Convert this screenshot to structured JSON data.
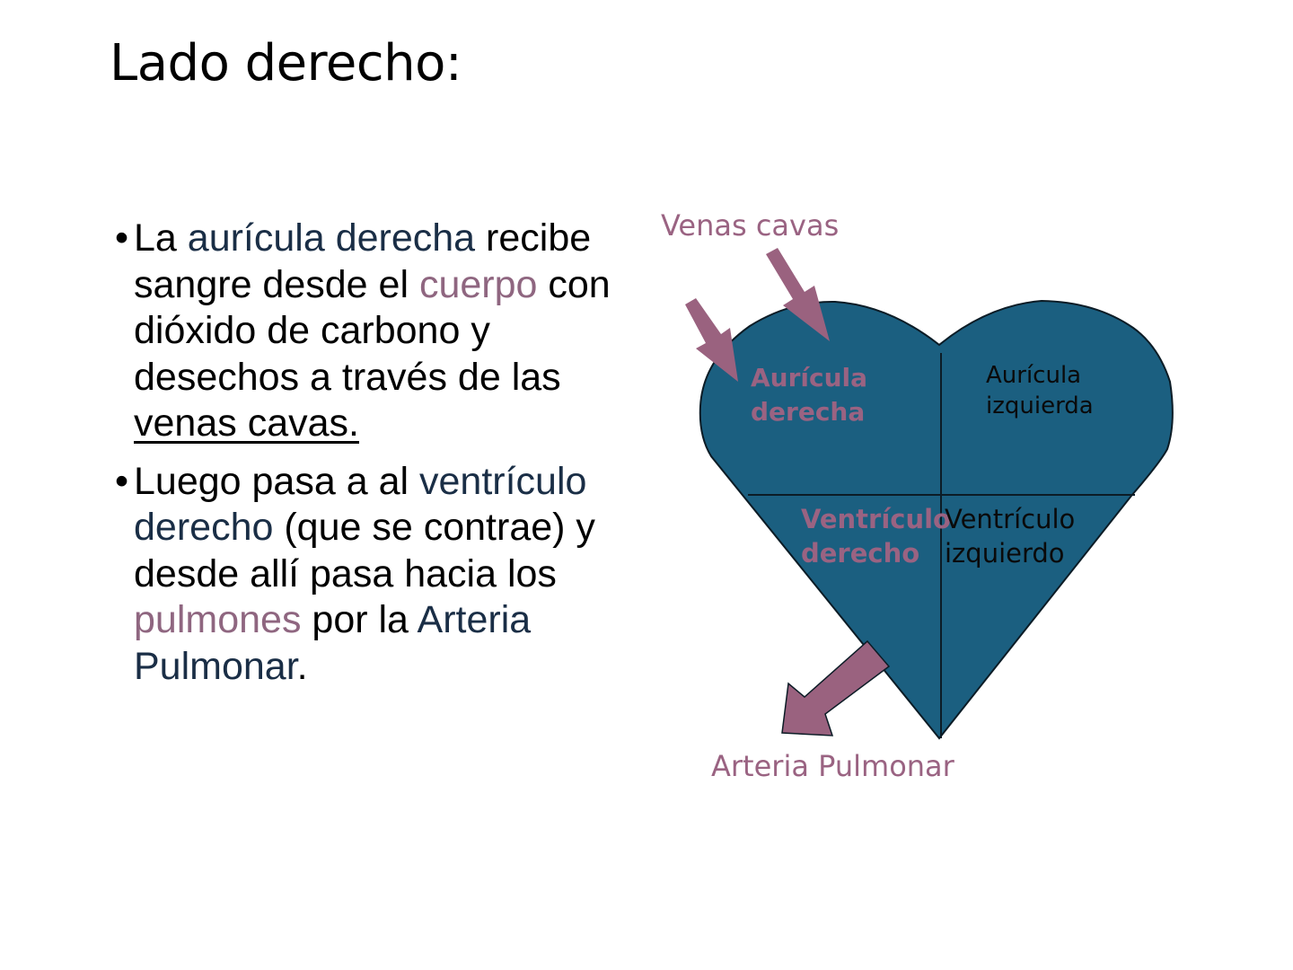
{
  "slide": {
    "title": "Lado derecho:"
  },
  "bullets": [
    {
      "marker": "•",
      "segments": [
        {
          "text": "La ",
          "style": "plain"
        },
        {
          "text": "aurícula derecha",
          "style": "blue"
        },
        {
          "text": " recibe sangre desde el ",
          "style": "plain"
        },
        {
          "text": "cuerpo",
          "style": "pink"
        },
        {
          "text": " con dióxido de carbono y desechos a través de las ",
          "style": "plain"
        },
        {
          "text": "venas cavas.",
          "style": "underline"
        }
      ]
    },
    {
      "marker": "•",
      "segments": [
        {
          "text": "Luego pasa a al ",
          "style": "plain"
        },
        {
          "text": "ventrículo derecho",
          "style": "blue"
        },
        {
          "text": " (que se contrae) y desde allí pasa hacia los ",
          "style": "plain"
        },
        {
          "text": "pulmones",
          "style": "pink"
        },
        {
          "text": " por la ",
          "style": "plain"
        },
        {
          "text": "Arteria Pulmonar",
          "style": "blue"
        },
        {
          "text": ".",
          "style": "plain"
        }
      ]
    }
  ],
  "diagram": {
    "venas_cavas_label": "Venas cavas",
    "arteria_pulmonar_label": "Arteria Pulmonar",
    "chambers": {
      "auricula_derecha": [
        "Aurícula",
        "derecha"
      ],
      "auricula_izquierda": [
        "Aurícula",
        "izquierda"
      ],
      "ventriculo_derecho": [
        "Ventrículo",
        "derecho"
      ],
      "ventriculo_izquierdo": [
        "Ventrículo",
        "izquierdo"
      ]
    },
    "colors": {
      "heart_fill": "#1b5f80",
      "arrow_fill": "#9a627f",
      "label_pink": "#9a6382",
      "outline": "#0c1c26"
    }
  },
  "colors": {
    "text": "#000000",
    "accent_blue": "#1a2e46",
    "accent_pink": "#8f6680"
  }
}
